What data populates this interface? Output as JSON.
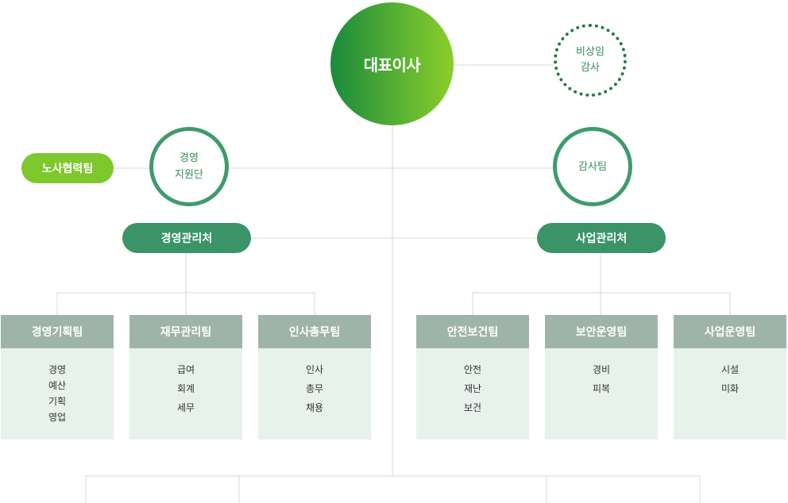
{
  "ceo": "대표이사",
  "auditor": {
    "line1": "비상임",
    "line2": "감사"
  },
  "support": {
    "line1": "경영",
    "line2": "지원단"
  },
  "audit_team": "감사팀",
  "labor_team": "노사협력팀",
  "divisions": {
    "mgmt": "경영관리처",
    "biz": "사업관리처"
  },
  "teams": [
    {
      "name": "경영기획팀",
      "duties": [
        "경영",
        "예산",
        "기획",
        "영업"
      ]
    },
    {
      "name": "재무관리팀",
      "duties": [
        "급여",
        "회계",
        "세무"
      ]
    },
    {
      "name": "인사총무팀",
      "duties": [
        "인사",
        "총무",
        "채용"
      ]
    },
    {
      "name": "안전보건팀",
      "duties": [
        "안전",
        "재난",
        "보건"
      ]
    },
    {
      "name": "보안운영팀",
      "duties": [
        "경비",
        "피복"
      ]
    },
    {
      "name": "사업운영팀",
      "duties": [
        "시설",
        "미화"
      ]
    }
  ],
  "colors": {
    "ceo_gradient": [
      "#1a8a3c",
      "#8ccd2a"
    ],
    "ring": "#3f9b6a",
    "division": "#3a9468",
    "labor": "#7ec72c",
    "team_head": "#9fb4a9",
    "team_body": "#e7f2ec",
    "line": "#d3dbd6"
  }
}
